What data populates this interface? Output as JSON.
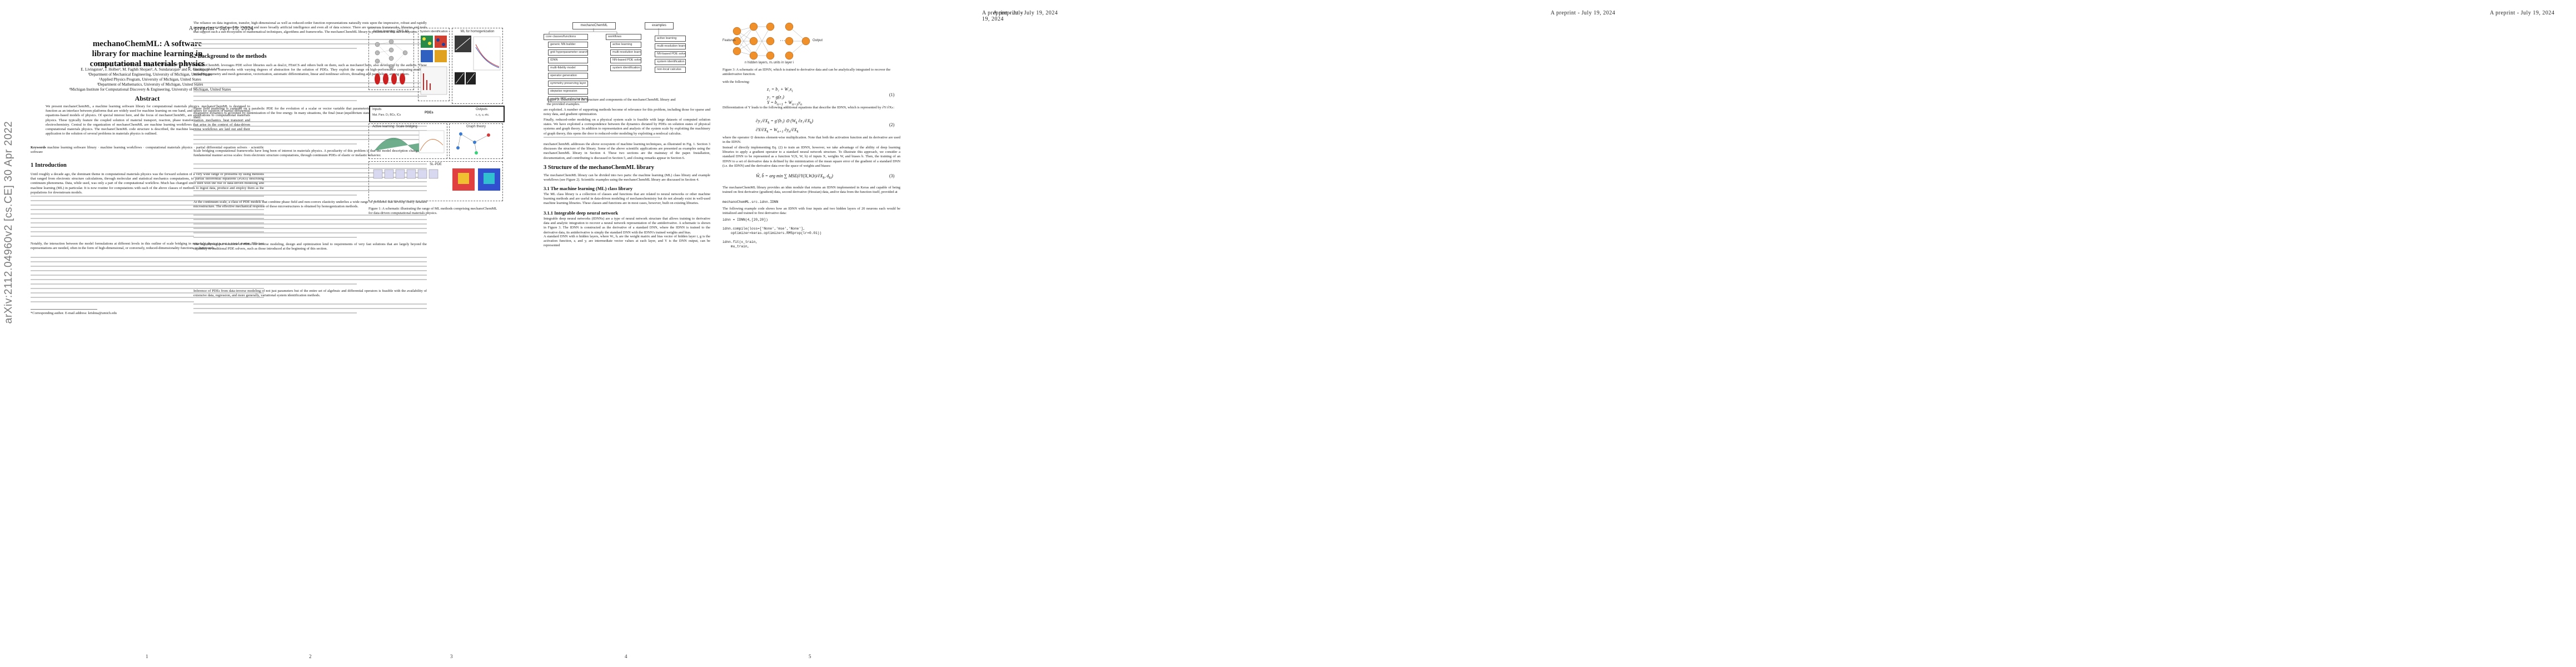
{
  "running_header": "A preprint - July 19, 2024",
  "arxiv_stamp": "arXiv:2112.04960v2  [cs.CE]  30 Apr 2022",
  "page1": {
    "title": "mechanoChemML: A software library for machine learning in computational materials physics",
    "authors": "X. Zhang¹, G.H. Teichert², Z. Wang², M. Duschenes³, S. Srivastava¹,",
    "authors2": "E. Livingston¹, J. Holber², M. Faghih Shojaei¹, A. Sundararajan² and K. Garikipati¹·²·³·⁴*",
    "affil1": "¹Department of Mechanical Engineering, University of Michigan, United States",
    "affil2": "²Applied Physics Program, University of Michigan, United States",
    "affil3": "³Department of Mathematics, University of Michigan, United States",
    "affil4": "⁴Michigan Institute for Computational Discovery & Engineering, University of Michigan, United States",
    "abstract_heading": "Abstract",
    "abstract": "We present mechanoChemML, a machine learning software library for computational materials physics. mechanoChemML is designed to function as an interface between platforms that are widely used for machine learning on one hand, and others for solution of partial differential equations-based models of physics. Of special interest here, and the focus of mechanoChemML, are applications to computational materials physics. These typically feature the coupled solution of material transport, reaction, phase transformation, mechanics, heat transport and electrochemistry. Central to the organization of mechanoChemML are machine learning workflows that arise in the context of data-driven computational materials physics. The mechanoChemML code structure is described, the machine learning workflows are laid out and their application to the solution of several problems in materials physics is outlined.",
    "keywords_label": "Keywords",
    "keywords": "machine learning software library · machine learning workflows · computational materials physics · partial differential equation solvers · scientific software",
    "intro_heading": "1   Introduction",
    "intro_p1": "Until roughly a decade ago, the dominant theme in computational materials physics was the forward solution of a very wide range of problems by using methods that ranged from electronic structure calculations, through molecular and statistical mechanics computations, to partial differential equations (PDEs) describing continuum phenomena. Data, while used, was only a part of the computational workflow. Much has changed since then with the rise of data-driven modeling and machine learning (ML) in particular. It is now routine for computations with each of the above classes of methods to ingest data, produce and employ them as the populations for downstream models.",
    "intro_p2": "Notably, the interaction between the model formulations at different levels in this outline of scale bridging in materials physics is not a trivial matter. Efficient representations are needed, often in the form of high-dimensional, or conversely, reduced-dimensionality functions or functionals.",
    "footnote": "*Corresponding author. E-mail address: krishna@umich.edu",
    "page_number": "1"
  },
  "page2": {
    "intro_cont": "The reliance on data ingestion, transfer, high-dimensional as well as reduced-order function representations naturally rests upon the impressive, robust and rapidly growing ecosystem for machine learning, and more broadly artificial intelligence and even all of data science. There are numerous frameworks, libraries and tools that support such a sub-ecosystem of mathematical techniques, algorithms and frameworks. The mechanoChemML library is presented in this sub-ecosystem.",
    "sec2_heading": "2   Background to the methods",
    "sec2_p1": "mechanoChemML leverages PDE solver libraries such as deal.ii, FEniCS and others built on them, such as mechanoChem, also developed by the authors. These libraries present frameworks with varying degrees of abstraction for the solution of PDEs. They exploit the range of high-performance computing methods, including geometry and mesh generation, vectorization, automatic differentiation, linear and nonlinear solvers, threading and parallelism, among others.",
    "sec2_p2": "Phase field modeling is centered on a parabolic PDE for the evolution of a scalar or vector variable that parameterizes a free energy density function. The dissipative dynamics is governed by minimization of the free energy. In many situations, the final (near-)equilibrium state is of greater interest than the dynamics itself.",
    "sec2_p3": "Scale bridging computational frameworks have long been of interest in materials physics. A peculiarity of this problem is that the model description changes in a fundamental manner across scales: from electronic structure computations, through continuum PDEs of elastic or inelastic behavior.",
    "sec2_p4": "At the continuum scale, a class of PDE models that combine phase field and non-convex elasticity underlies a wide range of problems that develop finely detailed microstructure. The effective mechanical response of these microstructures is obtained by homogenization methods.",
    "sec2_p5": "The high-throughput solutions of PDEs for inverse modeling, design and optimization lend to requirements of very fast solutions that are largely beyond the capability of traditional PDE solvers, such as those introduced at the beginning of this section.",
    "sec2_p6": "Inference of PDEs from data-inverse modeling of not just parameters but of the entire set of algebraic and differential operators is feasible with the availability of extensive data, regression, and more generally, variational system identification methods.",
    "page_number": "2"
  },
  "page3": {
    "panel_al_dns": "Active learning: DNS-ML",
    "panel_sysid": "System identification",
    "panel_homog": "ML for homogenization",
    "panel_al_scale": "Active learning: Scale bridging",
    "panel_graph": "Graph theory",
    "panel_slpde": "SL-PDE",
    "pde_inputs": "Inputs",
    "pde_inputs_detail": "Mat. Pars. Dᵢ; BCs, ICs",
    "pde_label": "PDEs",
    "pde_outputs": "Outputs",
    "pde_outputs_detail": "c, η, u, etc.",
    "fig1_caption": "Figure 1: A schematic illustrating the range of ML methods comprising mechanoChemML for data-driven computational materials physics.",
    "page_number": "3"
  },
  "page4": {
    "root_node": "mechanoChemML",
    "examples_node": "examples",
    "col1_head": "core classes/functions",
    "col1_items": [
      "generic NN builder",
      "grid hyperparameter search",
      "IDNN",
      "multi-fidelity model",
      "operator generation",
      "symmetry preserving layer",
      "stepwise regression",
      "weakly PDE enforcing layers"
    ],
    "col2_head": "workflows",
    "col2_items": [
      "active learning",
      "multi-resolution learning",
      "NN-based PDE solver",
      "system identification"
    ],
    "col3_items": [
      "active learning",
      "multi-resolution learning",
      "NN-based PDE solver",
      "system identification",
      "non-local calculus"
    ],
    "fig2_caption": "Figure 2: Illustration of the structure and components of the mechanoChemML library and the provided examples.",
    "p1": "are exploited. A number of supporting methods become of relevance for this problem, including those for sparse and noisy data, and gradient optimization.",
    "p2": "Finally, reduced-order modeling on a physical system scale is feasible with large datasets of computed solution states. We have exploited a correspondence between the dynamics dictated by PDEs on solution states of physical systems and graph theory. In addition to representation and analysis of the system scale by exploiting the machinery of graph theory, this opens the door to reduced-order modeling by exploiting a nonlocal calculus.",
    "p3": "mechanoChemML addresses the above ecosystem of machine learning techniques, as illustrated in Fig. 1. Section 3 discusses the structure of the library. Some of the above scientific applications are presented as examples using the mechanoChemML library in Section 4. These two sections are the mainstay of the paper. Installation, documentation, and contributing is discussed in Section 5, and closing remarks appear in Section 6.",
    "sec3_heading": "3   Structure of the mechanoChemML library",
    "sec3_p": "The mechanoChemML library can be divided into two parts: the machine learning (ML) class library and example workflows (see Figure 2). Scientific examples using the mechanoChemML library are discussed in Section 4.",
    "sec31_heading": "3.1   The machine learning (ML) class library",
    "sec31_p": "The ML class library is a collection of classes and functions that are related to neural networks or other machine learning methods and are useful in data-driven modeling of mechanochemistry but do not already exist in well-used machine learning libraries. These classes and functions are in most cases, however, built on existing libraries.",
    "sec311_heading": "3.1.1   Integrable deep neural network",
    "sec311_p": "Integrable deep neural networks (IDNNs) are a type of neural network structure that allows training to derivative data and analytic integration to recover a neural network representation of the antiderivative. A schematic is shown in Figure 3. The IDNN is constructed as the derivative of a standard DNN, where the IDNN is trained to the derivative data, its antiderivative is simply the standard DNN with the IDNN's trained weights and bias.",
    "p_last": "A standard DNN with n hidden layers, where Wᵢ, bᵢ are the weight matrix and bias vector of hidden layer i, g is the activation function, zᵢ and yᵢ are intermediate vector values at each layer, and Y is the DNN output, can be represented",
    "page_number": "4"
  },
  "page5": {
    "features_label": "Features",
    "output_label": "Output",
    "hidden_note": "n hidden layers, mᵢ units in layer i",
    "fig3_caption": "Figure 3: A schematic of an IDNN, which is trained to derivative data and can be analytically integrated to recover the antiderivative function.",
    "with_following": "with the following:",
    "eq1_label": "(1)",
    "p1": "Differentiation of Y leads to the following additional equations that describe the IDNN, which is represented by ∂Y/∂Xₖ:",
    "eq2_label": "(2)",
    "p2": "where the operator ⊙ denotes element-wise multiplication. Note that both the activation function and its derivative are used in the IDNN.",
    "p3": "Instead of directly implementing Eq. (2) to train an IDNN, however, we take advantage of the ability of deep learning libraries to apply a gradient operator to a standard neural network structure. To illustrate this approach, we consider a standard DNN to be represented as a function Y(X, W, b) of inputs X, weights W, and biases b. Then, the training of an IDNN to a set of derivative data is defined by the minimization of the mean square error of the gradient of a standard DNN (i.e. the IDNN) and the derivative data over the space of weights and biases:",
    "eq3_label": "(3)",
    "p4": "The mechanoChemML library provides an idnn module that returns an IDNN implemented in Keras and capable of being trained on first derivative (gradient) data, second derivative (Hessian) data, and/or data from the function itself, provided at",
    "p4_code": "mechanoChemML.src.idnn.IDNN",
    "p5": "The following example code shows how an IDNN with four inputs and two hidden layers of 20 neurons each would be initialized and trained to first derivative data:",
    "code_lines": [
      "idnn = IDNN(4,[20,20])",
      "",
      "idnn.compile(loss=['None','mse','None'],",
      "    optimizer=keras.optimizers.RMSprop(lr=0.01))",
      "",
      "idnn.fit(x_train,",
      "    mu_train,"
    ],
    "page_number": "5"
  }
}
